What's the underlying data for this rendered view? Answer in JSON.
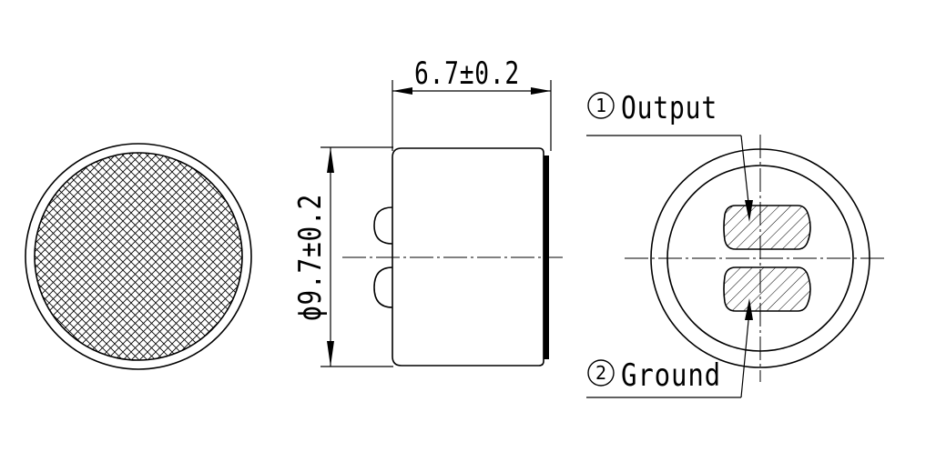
{
  "dimensions": {
    "length": "6.7±0.2",
    "diameter": "ϕ9.7±0.2"
  },
  "pins": [
    {
      "number": "1",
      "label": "Output"
    },
    {
      "number": "2",
      "label": "Ground"
    }
  ],
  "colors": {
    "line": "#000000",
    "background": "#ffffff"
  }
}
